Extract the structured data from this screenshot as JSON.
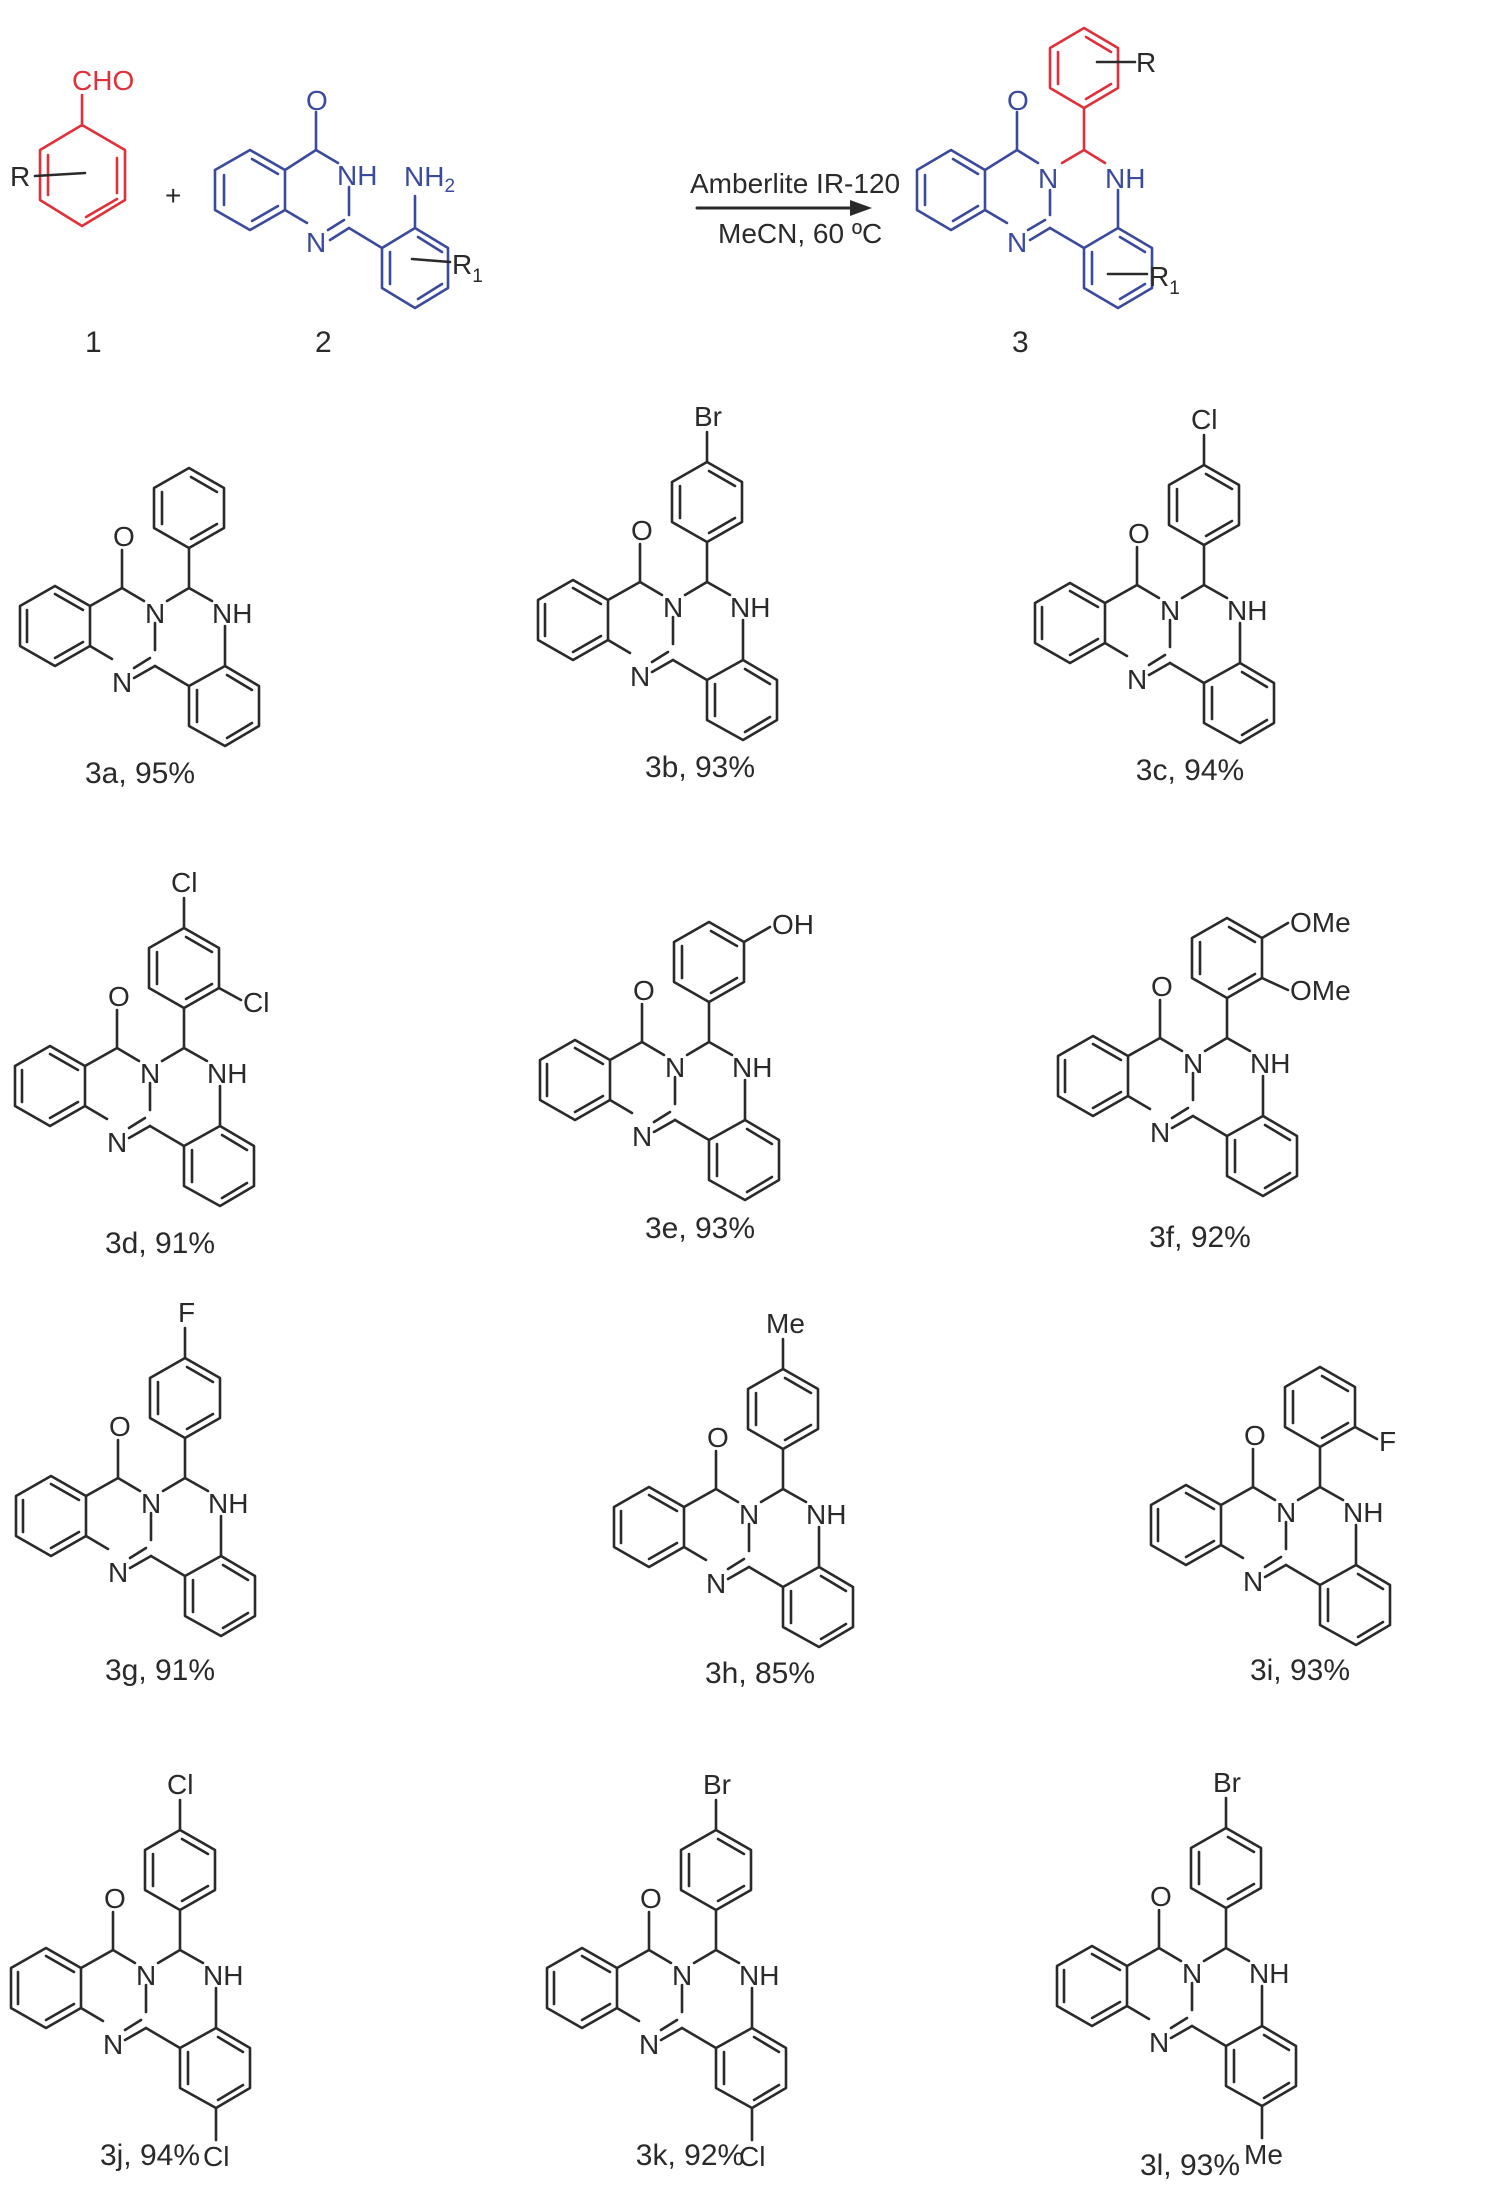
{
  "figure": {
    "type": "reaction-scheme",
    "colors": {
      "aldehyde": "#e0303a",
      "quinazolinone": "#3a4a9c",
      "text": "#2a2a2a"
    }
  },
  "reaction": {
    "reactant1": {
      "label": "1",
      "group": "CHO",
      "substituent": "R"
    },
    "plus": "+",
    "reactant2": {
      "label": "2",
      "carbonyl": "O",
      "nh": "NH",
      "n": "N",
      "amine": "NH",
      "amine_sub": "2",
      "substituent": "R",
      "substituent_sub": "1"
    },
    "arrow": {
      "above": "Amberlite IR-120",
      "below": "MeCN, 60 ºC"
    },
    "product": {
      "label": "3",
      "carbonyl": "O",
      "n1": "N",
      "nh": "NH",
      "n2": "N",
      "substituent_top": "R",
      "substituent_bottom": "R",
      "substituent_bottom_sub": "1"
    }
  },
  "compounds": [
    {
      "id": "3a",
      "yield": "95%",
      "caption": "3a, 95%",
      "aryl_substituents": [],
      "core_substituent": null
    },
    {
      "id": "3b",
      "yield": "93%",
      "caption": "3b, 93%",
      "aryl_substituents": [
        "4-Br"
      ],
      "core_substituent": null
    },
    {
      "id": "3c",
      "yield": "94%",
      "caption": "3c, 94%",
      "aryl_substituents": [
        "4-Cl"
      ],
      "core_substituent": null
    },
    {
      "id": "3d",
      "yield": "91%",
      "caption": "3d, 91%",
      "aryl_substituents": [
        "2-Cl",
        "4-Cl"
      ],
      "core_substituent": null
    },
    {
      "id": "3e",
      "yield": "93%",
      "caption": "3e, 93%",
      "aryl_substituents": [
        "3-OH"
      ],
      "core_substituent": null
    },
    {
      "id": "3f",
      "yield": "92%",
      "caption": "3f, 92%",
      "aryl_substituents": [
        "2-OMe",
        "3-OMe"
      ],
      "core_substituent": null
    },
    {
      "id": "3g",
      "yield": "91%",
      "caption": "3g, 91%",
      "aryl_substituents": [
        "4-F"
      ],
      "core_substituent": null
    },
    {
      "id": "3h",
      "yield": "85%",
      "caption": "3h, 85%",
      "aryl_substituents": [
        "4-Me"
      ],
      "core_substituent": null
    },
    {
      "id": "3i",
      "yield": "93%",
      "caption": "3i, 93%",
      "aryl_substituents": [
        "2-F"
      ],
      "core_substituent": null
    },
    {
      "id": "3j",
      "yield": "94%",
      "caption": "3j, 94%",
      "aryl_substituents": [
        "4-Cl"
      ],
      "core_substituent": "Cl"
    },
    {
      "id": "3k",
      "yield": "92%",
      "caption": "3k, 92%",
      "aryl_substituents": [
        "4-Br"
      ],
      "core_substituent": "Cl"
    },
    {
      "id": "3l",
      "yield": "93%",
      "caption": "3l, 93%",
      "aryl_substituents": [
        "4-Br"
      ],
      "core_substituent": "Me"
    }
  ],
  "atom_labels": {
    "O": "O",
    "N": "N",
    "NH": "NH",
    "Br": "Br",
    "Cl": "Cl",
    "F": "F",
    "OH": "OH",
    "OMe": "OMe",
    "Me": "Me"
  }
}
